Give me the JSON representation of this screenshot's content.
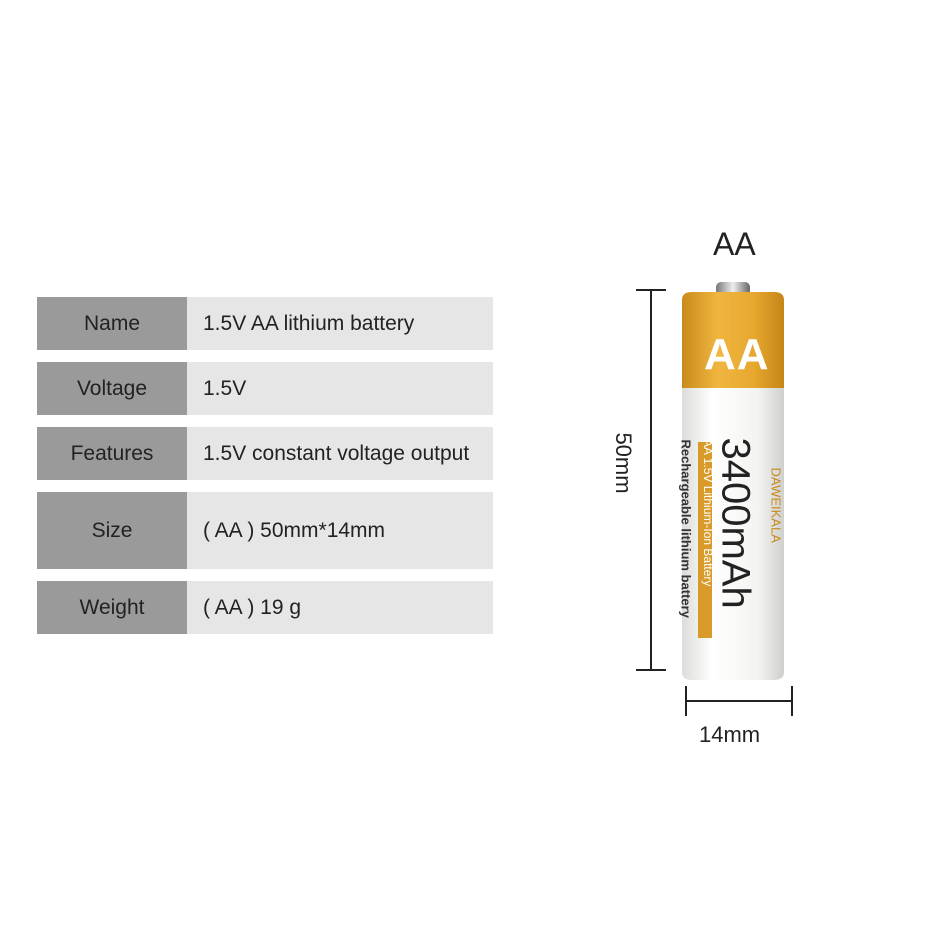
{
  "specs": [
    {
      "label": "Name",
      "value": "1.5V AA  lithium battery"
    },
    {
      "label": "Voltage",
      "value": "1.5V"
    },
    {
      "label": "Features",
      "value": "1.5V constant voltage output"
    },
    {
      "label": "Size",
      "value": "( AA ) 50mm*14mm"
    },
    {
      "label": "Weight",
      "value": "( AA ) 19 g"
    }
  ],
  "battery": {
    "size_label": "AA",
    "top_label": "AA",
    "capacity": "3400mAh",
    "brand": "DAWEIKALA",
    "line1": "AA 1.5V Lithium-Ion Battery",
    "line2": "Rechargeable lithium battery",
    "colors": {
      "gold": "#e2a52d",
      "label_band": "#d99a2a",
      "body": "#f7f7f5"
    }
  },
  "dimensions": {
    "height": "50mm",
    "width": "14mm"
  }
}
